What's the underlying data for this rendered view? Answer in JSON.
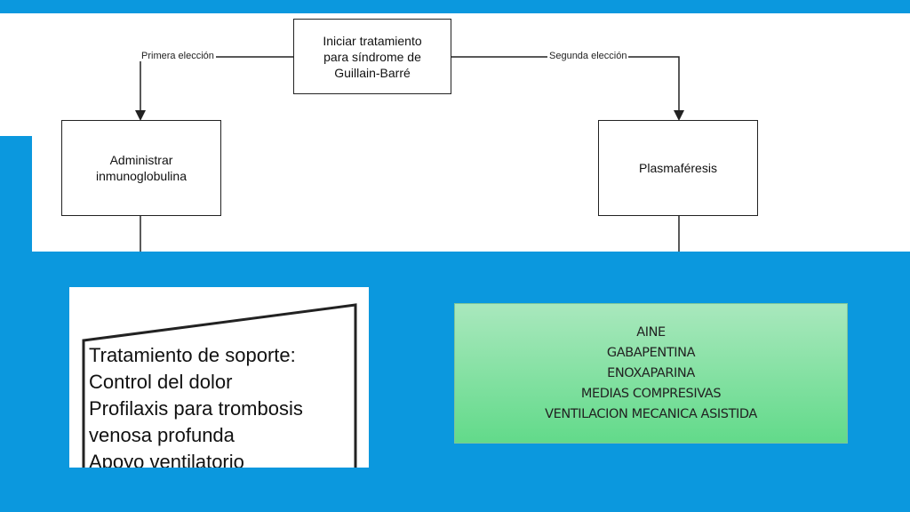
{
  "flowchart": {
    "start_box": "Iniciar tratamiento\npara síndrome de\nGuillain-Barré",
    "left_edge_label": "Primera elección",
    "right_edge_label": "Segunda elección",
    "left_box": "Administrar\ninmunoglobulina",
    "right_box": "Plasmaféresis"
  },
  "support_box": {
    "lines": [
      "Tratamiento de soporte:",
      "Control del dolor",
      "Profilaxis para trombosis",
      "venosa profunda",
      "Apoyo ventilatorio"
    ]
  },
  "medications_box": {
    "items": [
      "AINE",
      "GABAPENTINA",
      "ENOXAPARINA",
      "MEDIAS COMPRESIVAS",
      "VENTILACION MECANICA ASISTIDA"
    ]
  },
  "colors": {
    "background": "#0b98de",
    "meds_gradient_top": "#a9e8bd",
    "meds_gradient_bottom": "#62da8a"
  }
}
